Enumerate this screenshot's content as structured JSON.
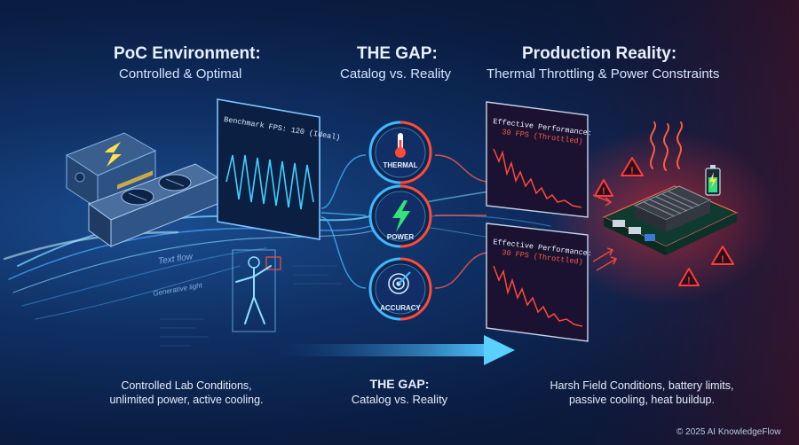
{
  "left": {
    "title": "PoC Environment:",
    "subtitle": "Controlled & Optimal",
    "benchmark_label": "Benchmark FPS: 120 (Ideal)",
    "flow_label_1": "Text flow",
    "flow_label_2": "Generative light",
    "footer_line1": "Controlled Lab Conditions,",
    "footer_line2": "unlimited power, active cooling."
  },
  "center": {
    "title": "THE GAP:",
    "subtitle": "Catalog vs. Reality",
    "factors": [
      "THERMAL",
      "POWER",
      "ACCURACY"
    ],
    "footer_title": "THE GAP:",
    "footer_subtitle": "Catalog vs. Reality"
  },
  "right": {
    "title": "Production Reality:",
    "subtitle": "Thermal Throttling & Power Constraints",
    "chart1_line1": "Effective Performance:",
    "chart1_line2": "30 FPS (Throttled)",
    "chart2_line1": "Effective Performance:",
    "chart2_line2": "30 FPS (Throttled)",
    "footer_line1": "Harsh Field Conditions, battery limits,",
    "footer_line2": "passive cooling, heat buildup."
  },
  "copyright": "© 2025 AI KnowledgeFlow",
  "colors": {
    "accent_blue": "#3fb8ff",
    "alert_red": "#ff3b3b",
    "throttle_red": "#ff5a4a",
    "power_green": "#36e07a",
    "bg_dark": "#0a1c40"
  },
  "icons": [
    "gpu-card-icon",
    "power-supply-icon",
    "thermometer-icon",
    "lightning-icon",
    "target-icon",
    "warning-icon",
    "heat-waves-icon",
    "battery-icon",
    "edge-board-icon",
    "person-pose-icon"
  ]
}
